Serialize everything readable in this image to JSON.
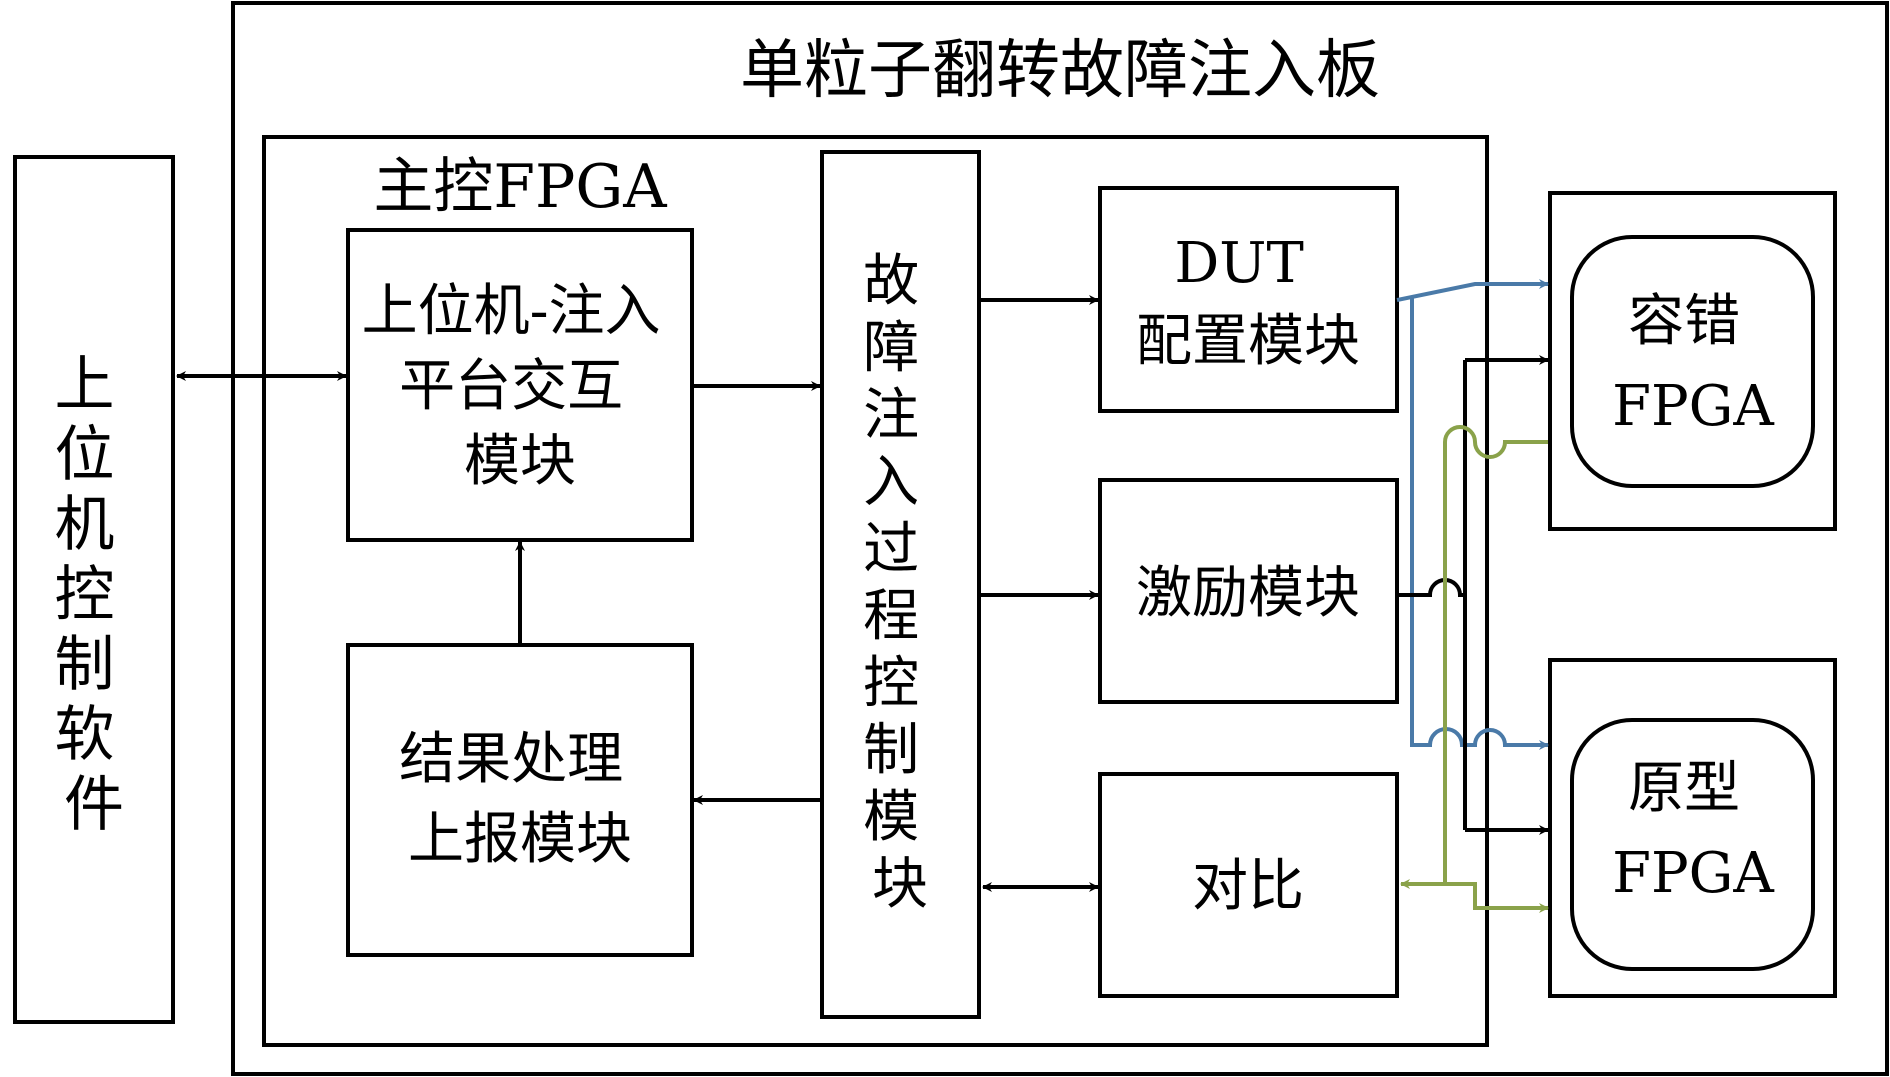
{
  "board_title": "单粒子翻转故障注入板",
  "host_software": "上位机控制软件",
  "master_fpga": {
    "label": "主控FPGA",
    "interaction_module": [
      "上位机-注入",
      "平台交互",
      "模块"
    ],
    "result_module": [
      "结果处理",
      "上报模块"
    ],
    "control_module": [
      "故",
      "障",
      "注",
      "入",
      "过",
      "程",
      "控",
      "制",
      "模",
      "块"
    ],
    "dut_config_module": [
      "DUT",
      "配置模块"
    ],
    "stimulus_module": "激励模块",
    "compare_module": "对比"
  },
  "targets": {
    "fault_tolerant": [
      "容错",
      "FPGA"
    ],
    "prototype": [
      "原型",
      "FPGA"
    ]
  },
  "colors": {
    "config_path": "#4a7aa8",
    "stimulus_path": "#000000",
    "compare_path": "#8aa24a",
    "outline": "#000000"
  }
}
